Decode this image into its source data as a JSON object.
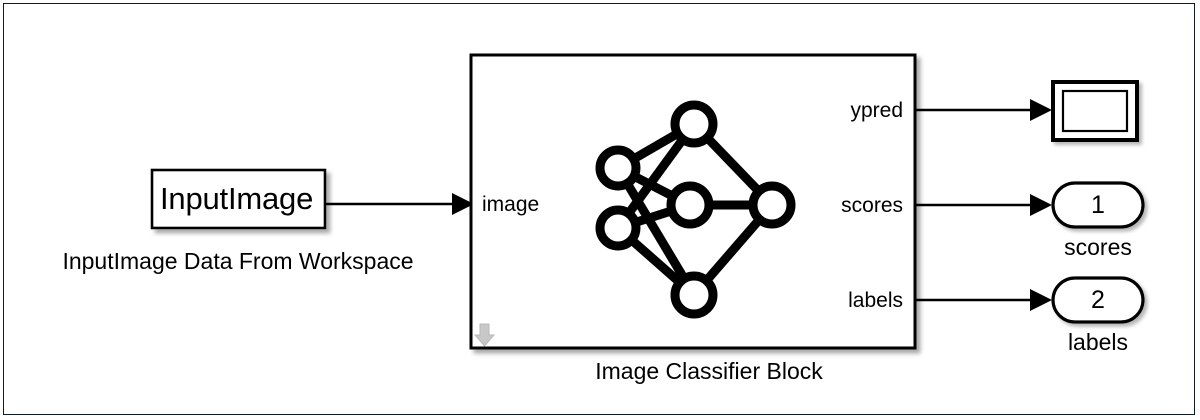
{
  "diagram": {
    "type": "simulink-block-diagram",
    "background_color": "#ffffff",
    "frame_color": "#0d1b2a",
    "line_color": "#000000"
  },
  "source_block": {
    "name": "InputImage",
    "caption": "InputImage Data From Workspace",
    "kind": "from-workspace"
  },
  "classifier_block": {
    "caption": "Image Classifier Block",
    "icon": "neural-network-icon",
    "mask_indicator": "down-arrow-icon",
    "input_ports": [
      {
        "label": "image"
      }
    ],
    "output_ports": [
      {
        "label": "ypred"
      },
      {
        "label": "scores"
      },
      {
        "label": "labels"
      }
    ]
  },
  "sinks": [
    {
      "kind": "scope",
      "label": "",
      "caption": "",
      "connected_from": "ypred"
    },
    {
      "kind": "outport",
      "label": "1",
      "caption": "scores",
      "connected_from": "scores"
    },
    {
      "kind": "outport",
      "label": "2",
      "caption": "labels",
      "connected_from": "labels"
    }
  ],
  "signals": [
    {
      "from": "InputImage",
      "to": "image"
    },
    {
      "from": "ypred",
      "to": "scope"
    },
    {
      "from": "scores",
      "to": "outport-1"
    },
    {
      "from": "labels",
      "to": "outport-2"
    }
  ],
  "neural_network_icon": {
    "layers": [
      {
        "name": "input",
        "node_count": 2
      },
      {
        "name": "hidden",
        "node_count": 3
      },
      {
        "name": "output",
        "node_count": 1
      }
    ]
  }
}
